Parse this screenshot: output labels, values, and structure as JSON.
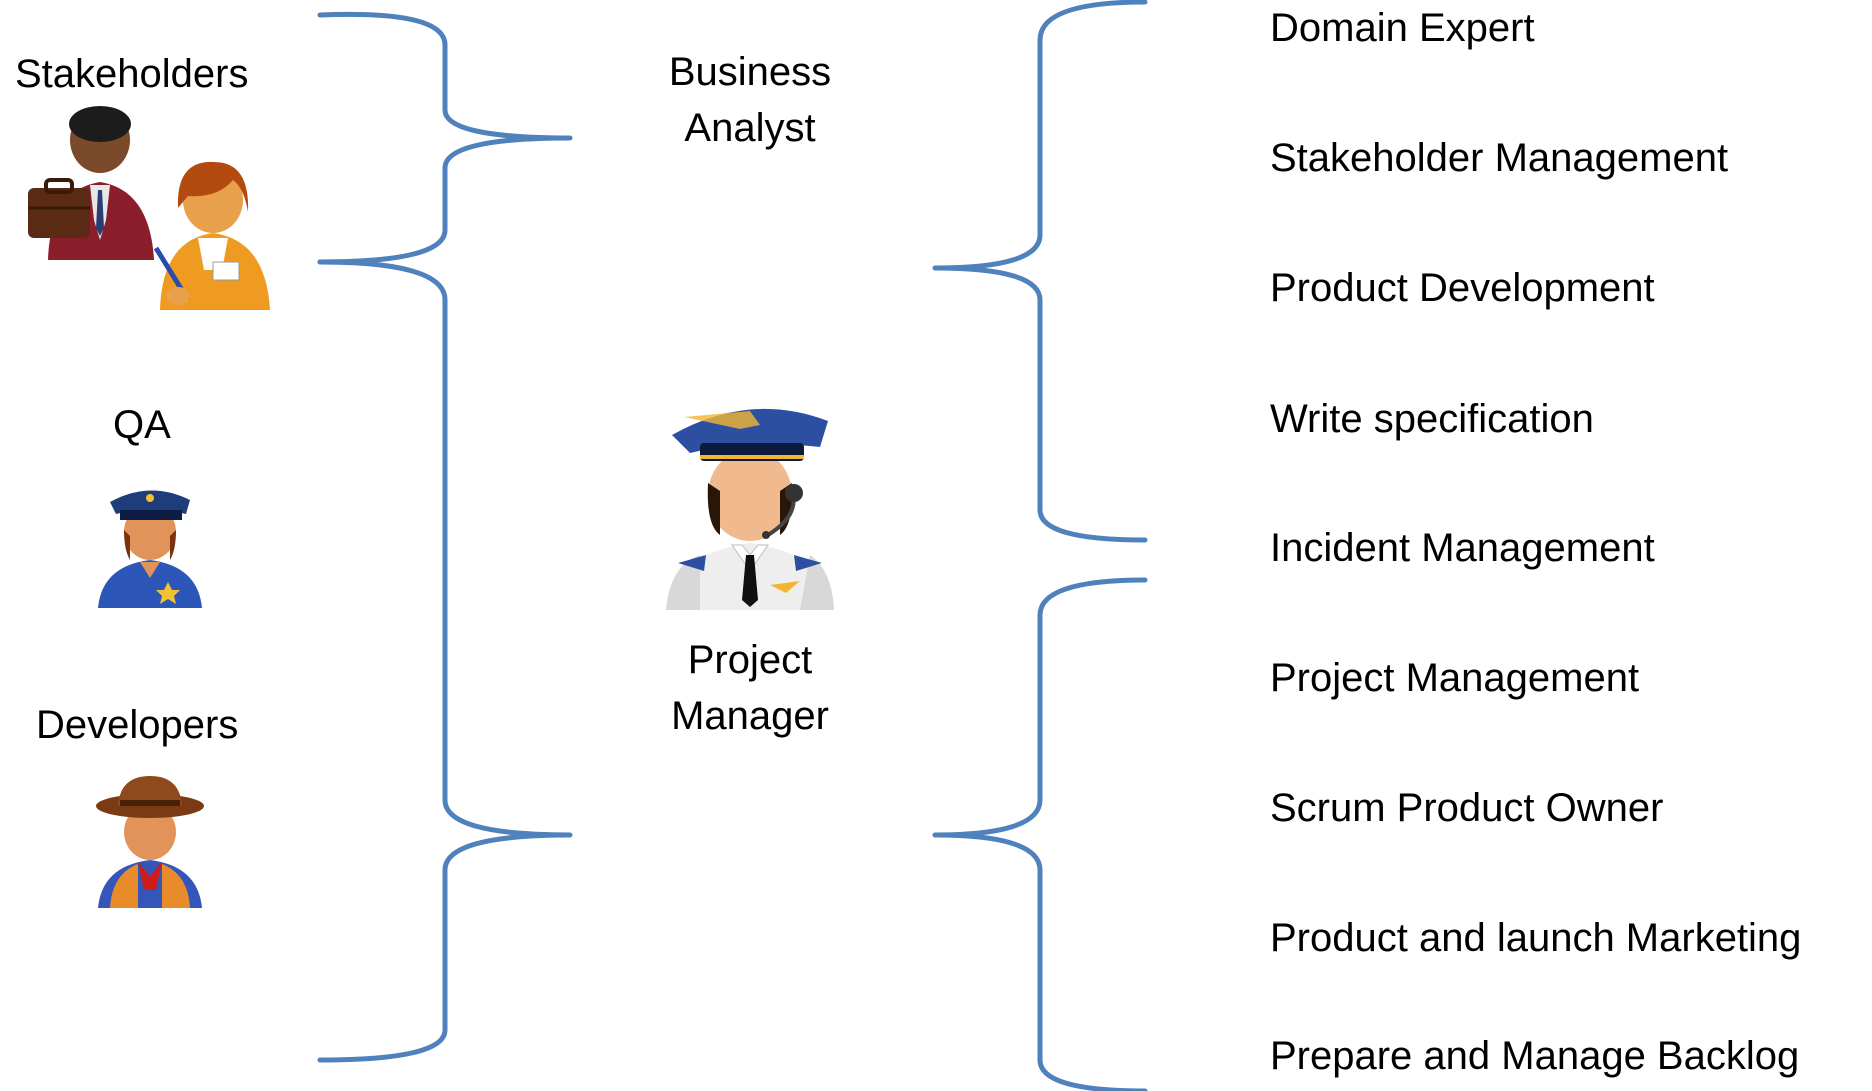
{
  "left_groups": {
    "stakeholders": {
      "label": "Stakeholders",
      "icon": "stakeholders-icon"
    },
    "qa": {
      "label": "QA",
      "icon": "police-officer-icon"
    },
    "developers": {
      "label": "Developers",
      "icon": "cowboy-icon"
    }
  },
  "middle": {
    "business_analyst": {
      "label_line1": "Business",
      "label_line2": "Analyst"
    },
    "project_manager": {
      "label_line1": "Project",
      "label_line2": "Manager",
      "icon": "pilot-icon"
    }
  },
  "responsibilities": [
    "Domain Expert",
    "Stakeholder Management",
    "Product Development",
    "Write specification",
    "Incident Management",
    "Project Management",
    "Scrum Product Owner",
    "Product and launch Marketing",
    "Prepare and Manage Backlog"
  ],
  "colors": {
    "brace": "#4f81bd",
    "text": "#000000"
  }
}
